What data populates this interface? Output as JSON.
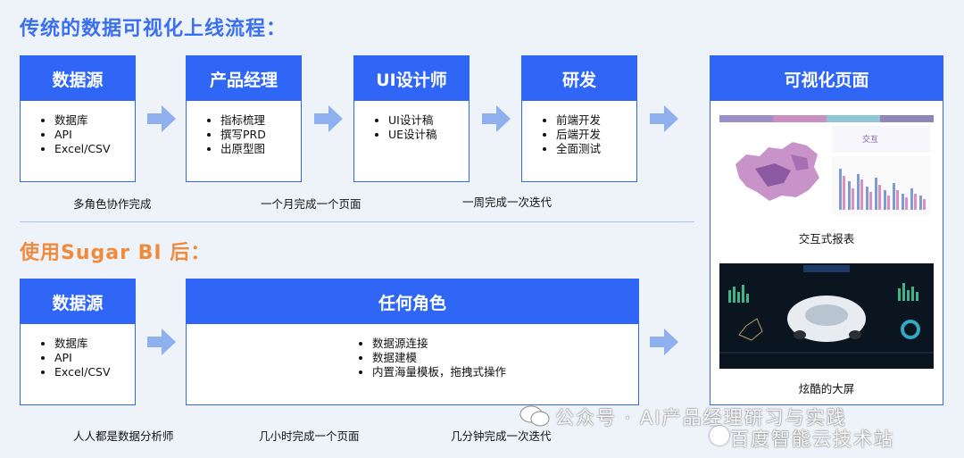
{
  "titles": {
    "traditional": "传统的数据可视化上线流程：",
    "sugar": "使用Sugar BI 后："
  },
  "traditional_steps": [
    {
      "title": "数据源",
      "items": [
        "数据库",
        "API",
        "Excel/CSV"
      ]
    },
    {
      "title": "产品经理",
      "items": [
        "指标梳理",
        "撰写PRD",
        "出原型图"
      ]
    },
    {
      "title": "UI设计师",
      "items": [
        "UI设计稿",
        "UE设计稿"
      ]
    },
    {
      "title": "研发",
      "items": [
        "前端开发",
        "后端开发",
        "全面测试"
      ]
    }
  ],
  "traditional_captions": [
    "多角色协作完成",
    "一个月完成一个页面",
    "一周完成一次迭代"
  ],
  "sugar_steps": [
    {
      "title": "数据源",
      "items": [
        "数据库",
        "API",
        "Excel/CSV"
      ]
    },
    {
      "title": "任何角色",
      "items": [
        "数据源连接",
        "数据建模",
        "内置海量模板，拖拽式操作"
      ]
    }
  ],
  "sugar_captions": [
    "人人都是数据分析师",
    "几小时完成一个页面",
    "几分钟完成一次迭代"
  ],
  "result_panel": {
    "title": "可视化页面",
    "thumb1_caption": "交互式报表",
    "thumb2_caption": "炫酷的大屏"
  },
  "watermark": {
    "line1": "公众号 · AI产品经理研习与实践",
    "line2": "百度智能云技术站"
  },
  "colors": {
    "accent": "#2f66f5",
    "title_blue": "#3a6ff0",
    "title_orange": "#f08a3c",
    "arrow": "#8fb0ee"
  }
}
